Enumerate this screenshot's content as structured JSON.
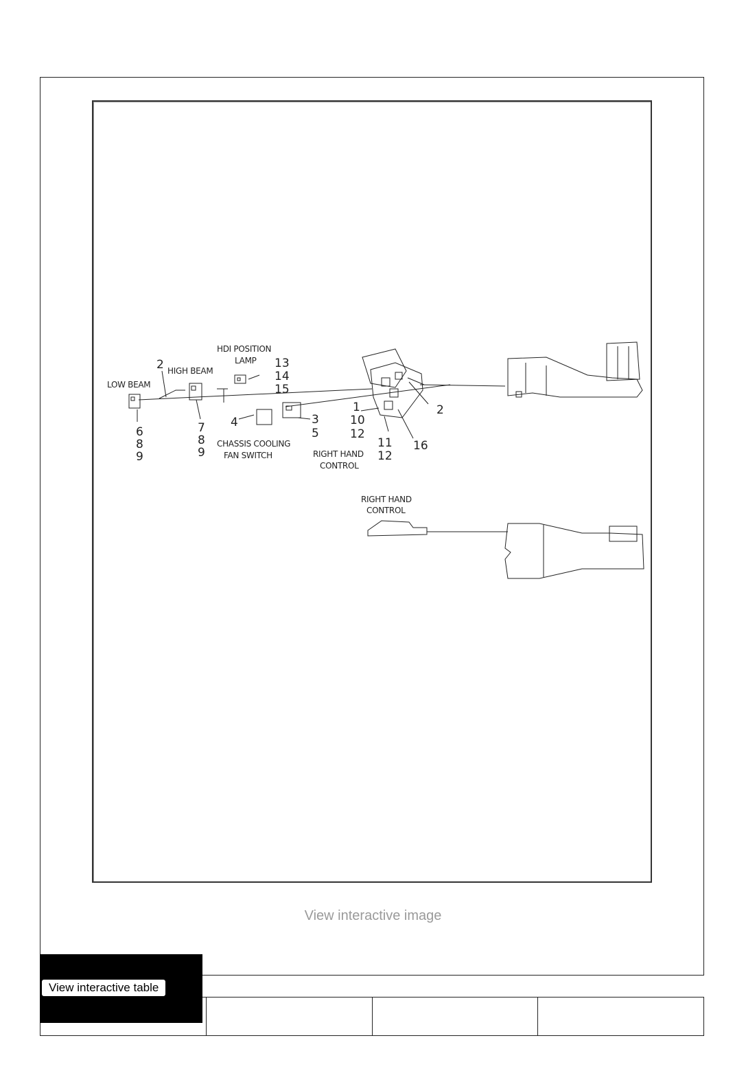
{
  "diagram": {
    "labels": {
      "low_beam": "LOW BEAM",
      "high_beam": "HIGH BEAM",
      "hdi_line1": "HDI POSITION",
      "hdi_line2": "LAMP",
      "chassis_line1": "CHASSIS COOLING",
      "chassis_line2": "FAN SWITCH",
      "rhc_line1": "RIGHT HAND",
      "rhc_line2": "CONTROL",
      "rhc2_line1": "RIGHT HAND",
      "rhc2_line2": "CONTROL"
    },
    "callouts": {
      "n2a": "2",
      "n6": "6",
      "n8a": "8",
      "n9a": "9",
      "n7": "7",
      "n8b": "8",
      "n9b": "9",
      "n13": "13",
      "n14": "14",
      "n15": "15",
      "n4": "4",
      "n3": "3",
      "n5": "5",
      "n1": "1",
      "n10": "10",
      "n12a": "12",
      "n11": "11",
      "n12b": "12",
      "n16": "16",
      "n2b": "2"
    }
  },
  "links": {
    "view_image": "View interactive image",
    "view_table": "View interactive table"
  }
}
